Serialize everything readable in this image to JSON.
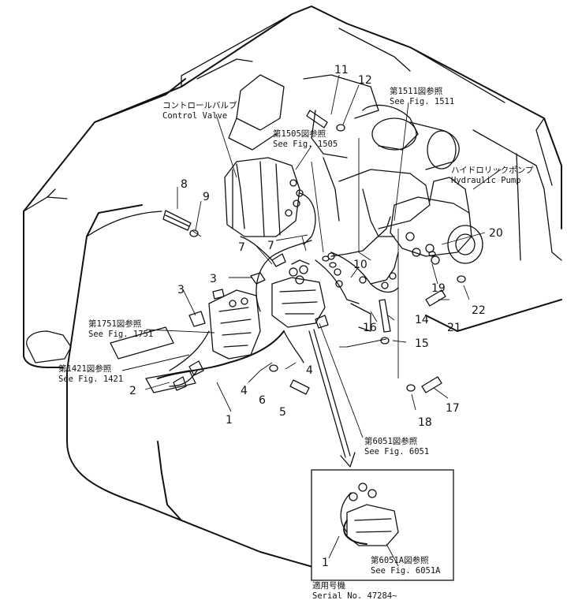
{
  "part_numbers": {
    "p1": "1",
    "p1b": "1",
    "p2": "2",
    "p3a": "3",
    "p3b": "3",
    "p4a": "4",
    "p4b": "4",
    "p5": "5",
    "p6": "6",
    "p7a": "7",
    "p7b": "7",
    "p8": "8",
    "p9": "9",
    "p10": "10",
    "p11": "11",
    "p12": "12",
    "p14": "14",
    "p15": "15",
    "p16": "16",
    "p17": "17",
    "p18": "18",
    "p19": "19",
    "p20": "20",
    "p21": "21",
    "p22": "22"
  },
  "references": {
    "control_valve_jp": "コントロールバルブ",
    "control_valve_en": "Control Valve",
    "fig1505_jp": "第1505図参照",
    "fig1505_en": "See Fig. 1505",
    "fig1511_jp": "第1511図参照",
    "fig1511_en": "See Fig. 1511",
    "hyd_pump_jp": "ハイドロリックポンプ",
    "hyd_pump_en": "Hydraulic Pump",
    "fig1751_jp": "第1751図参照",
    "fig1751_en": "See Fig. 1751",
    "fig1421_jp": "第1421図参照",
    "fig1421_en": "See Fig. 1421",
    "fig6051_jp": "第6051図参照",
    "fig6051_en": "See Fig. 6051",
    "fig6051a_jp": "第6051A図参照",
    "fig6051a_en": "See Fig. 6051A"
  },
  "serial": {
    "label_jp": "適用号機",
    "label_en": "Serial No. 47284~"
  }
}
